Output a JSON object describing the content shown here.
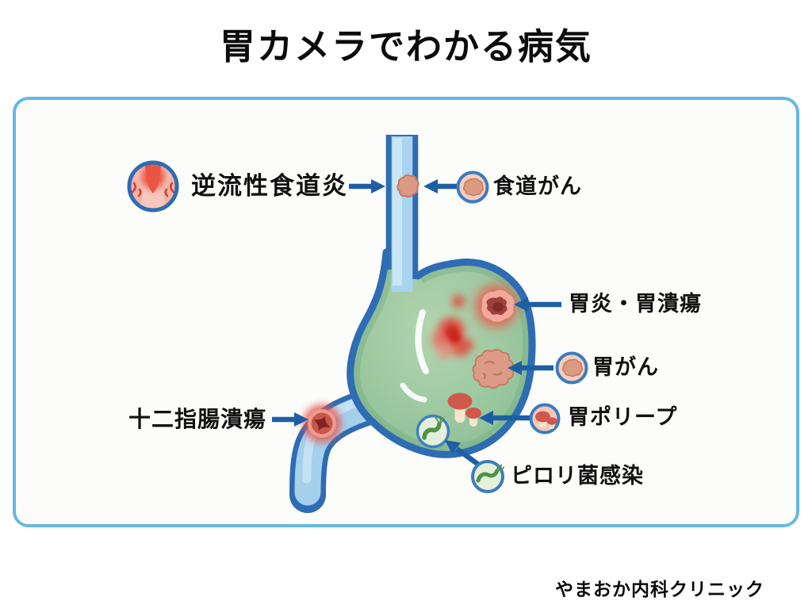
{
  "title": "胃カメラでわかる病気",
  "panel": {
    "border_color": "#66b8e3",
    "background": "#fcfcfa"
  },
  "diagram": {
    "labels": {
      "reflux_esophagitis": "逆流性食道炎",
      "esophageal_cancer": "食道がん",
      "gastritis_gastric_ulcer": "胃炎・胃潰瘍",
      "gastric_cancer": "胃がん",
      "gastric_polyp": "胃ポリープ",
      "pylori_infection": "ピロリ菌感染",
      "duodenal_ulcer": "十二指腸潰瘍"
    },
    "icons": {
      "reflux_esophagitis": "reflux-esophagitis-icon",
      "esophageal_cancer": "esophageal-cancer-icon",
      "gastric_cancer": "gastric-cancer-icon",
      "gastric_polyp": "gastric-polyp-icon",
      "pylori_infection": "pylori-bacteria-icon"
    },
    "colors": {
      "outline_blue": "#2e6cb3",
      "arrow_blue": "#1e5ea4",
      "stomach_green": "#9fc9a1",
      "stomach_green_edge": "#84ba90",
      "esophagus_blue": "#a8d4ef",
      "esophagus_highlight": "#c9e6f7",
      "lesion_red": "#e25044",
      "ulcer_crater_dark": "#8e332e",
      "tumor_pink": "#db9b86",
      "polyp_cap_red": "#d1584c",
      "polyp_stem_cream": "#f3e6cd",
      "bacteria_green": "#4f9148",
      "icon_pink_bg": "#f7cdbb",
      "icon_green_bg": "#e4f0da"
    }
  },
  "footer": {
    "clinic_name": "やまおか内科クリニック"
  }
}
